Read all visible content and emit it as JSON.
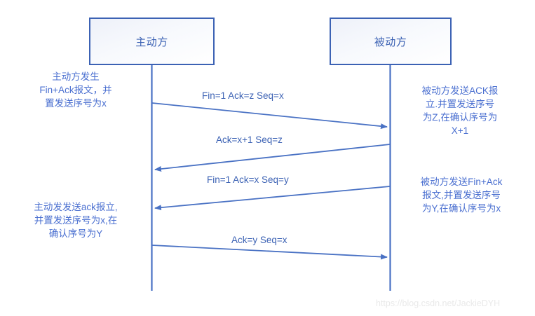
{
  "diagram": {
    "title_watermark": "https://blog.csdn.net/JackieDYH",
    "colors": {
      "line": "#4a72c4",
      "box_border": "#3c62b4",
      "text": "#3c62b4",
      "note_text": "#4a6fd0",
      "watermark": "#e9e9e9",
      "background": "#ffffff"
    },
    "actors": [
      {
        "id": "active",
        "label": "主动方"
      },
      {
        "id": "passive",
        "label": "被动方"
      }
    ],
    "messages": [
      {
        "id": "m1",
        "label": "Fin=1 Ack=z Seq=x",
        "from": "active",
        "to": "passive"
      },
      {
        "id": "m2",
        "label": "Ack=x+1 Seq=z",
        "from": "passive",
        "to": "active"
      },
      {
        "id": "m3",
        "label": "Fin=1 Ack=x Seq=y",
        "from": "passive",
        "to": "active"
      },
      {
        "id": "m4",
        "label": "Ack=y Seq=x",
        "from": "active",
        "to": "passive"
      }
    ],
    "notes": {
      "active_fin": {
        "line1": "主动方发生",
        "line2": "Fin+Ack报文，并",
        "line3": "置发送序号为x"
      },
      "passive_ack": {
        "line1": "被动方发送ACK报",
        "line2": "立.并置发送序号",
        "line3": "为Z,在确认序号为",
        "line4": "X+1"
      },
      "passive_fin": {
        "line1": "被动方发送Fin+Ack",
        "line2": "报文,并置发送序号",
        "line3": "为Y,在确认序号为x"
      },
      "active_ack": {
        "line1": "主动发发送ack报立,",
        "line2": "并置发送序号为x,在",
        "line3": "确认序号为Y"
      }
    }
  }
}
